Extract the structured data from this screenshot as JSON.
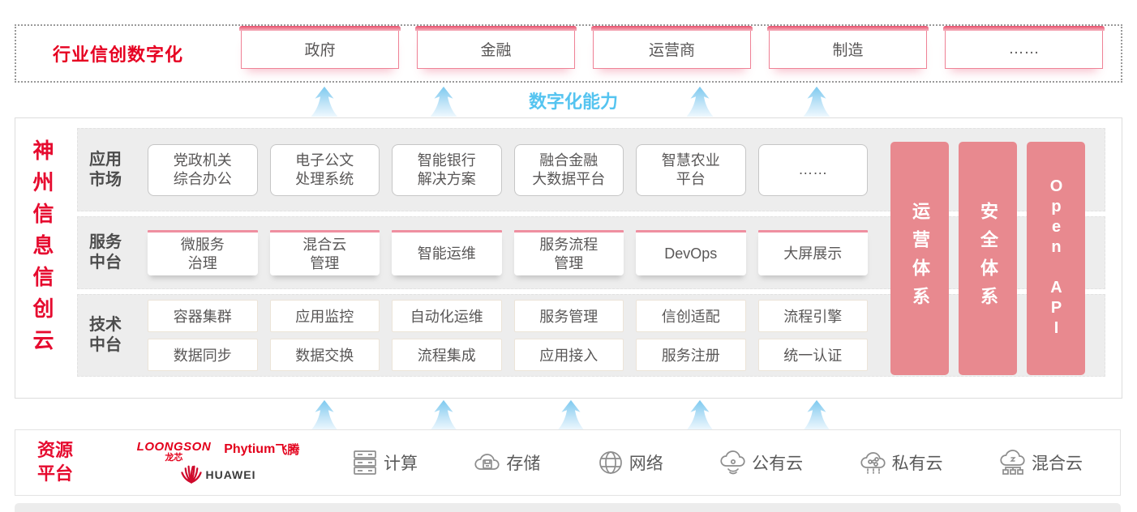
{
  "colors": {
    "accent_red": "#e60021",
    "pillar_pink": "#e8898f",
    "cap_pink": "#ef8fa0",
    "blue": "#55c4f0",
    "huawei_red": "#cf0a2c"
  },
  "top": {
    "title": "行业信创数字化",
    "sectors": [
      {
        "label": "政府"
      },
      {
        "label": "金融"
      },
      {
        "label": "运营商"
      },
      {
        "label": "制造"
      },
      {
        "label": "……"
      }
    ]
  },
  "capability": "数字化能力",
  "main": {
    "side_title": "神州信息信创云",
    "rows": [
      {
        "label_l1": "应用",
        "label_l2": "市场",
        "items": [
          {
            "l1": "党政机关",
            "l2": "综合办公"
          },
          {
            "l1": "电子公文",
            "l2": "处理系统"
          },
          {
            "l1": "智能银行",
            "l2": "解决方案"
          },
          {
            "l1": "融合金融",
            "l2": "大数据平台"
          },
          {
            "l1": "智慧农业",
            "l2": "平台"
          },
          {
            "l1": "……"
          }
        ]
      },
      {
        "label_l1": "服务",
        "label_l2": "中台",
        "items": [
          {
            "l1": "微服务",
            "l2": "治理"
          },
          {
            "l1": "混合云",
            "l2": "管理"
          },
          {
            "l1": "智能运维"
          },
          {
            "l1": "服务流程",
            "l2": "管理"
          },
          {
            "l1": "DevOps"
          },
          {
            "l1": "大屏展示"
          }
        ]
      },
      {
        "label_l1": "技术",
        "label_l2": "中台",
        "row_a": [
          "容器集群",
          "应用监控",
          "自动化运维",
          "服务管理",
          "信创适配",
          "流程引擎"
        ],
        "row_b": [
          "数据同步",
          "数据交换",
          "流程集成",
          "应用接入",
          "服务注册",
          "统一认证"
        ]
      }
    ],
    "pillars": [
      {
        "label": "运营体系"
      },
      {
        "label": "安全体系"
      },
      {
        "label": "Open API"
      }
    ]
  },
  "bottom": {
    "title_l1": "资源",
    "title_l2": "平台",
    "vendors": {
      "loongson": "LOONGSON",
      "loongson_sub": "龙芯",
      "phytium": "Phytium",
      "phytium_sub": "飞腾",
      "huawei": "HUAWEI"
    },
    "resources": [
      {
        "label": "计算"
      },
      {
        "label": "存储"
      },
      {
        "label": "网络"
      },
      {
        "label": "公有云"
      },
      {
        "label": "私有云"
      },
      {
        "label": "混合云"
      }
    ]
  }
}
